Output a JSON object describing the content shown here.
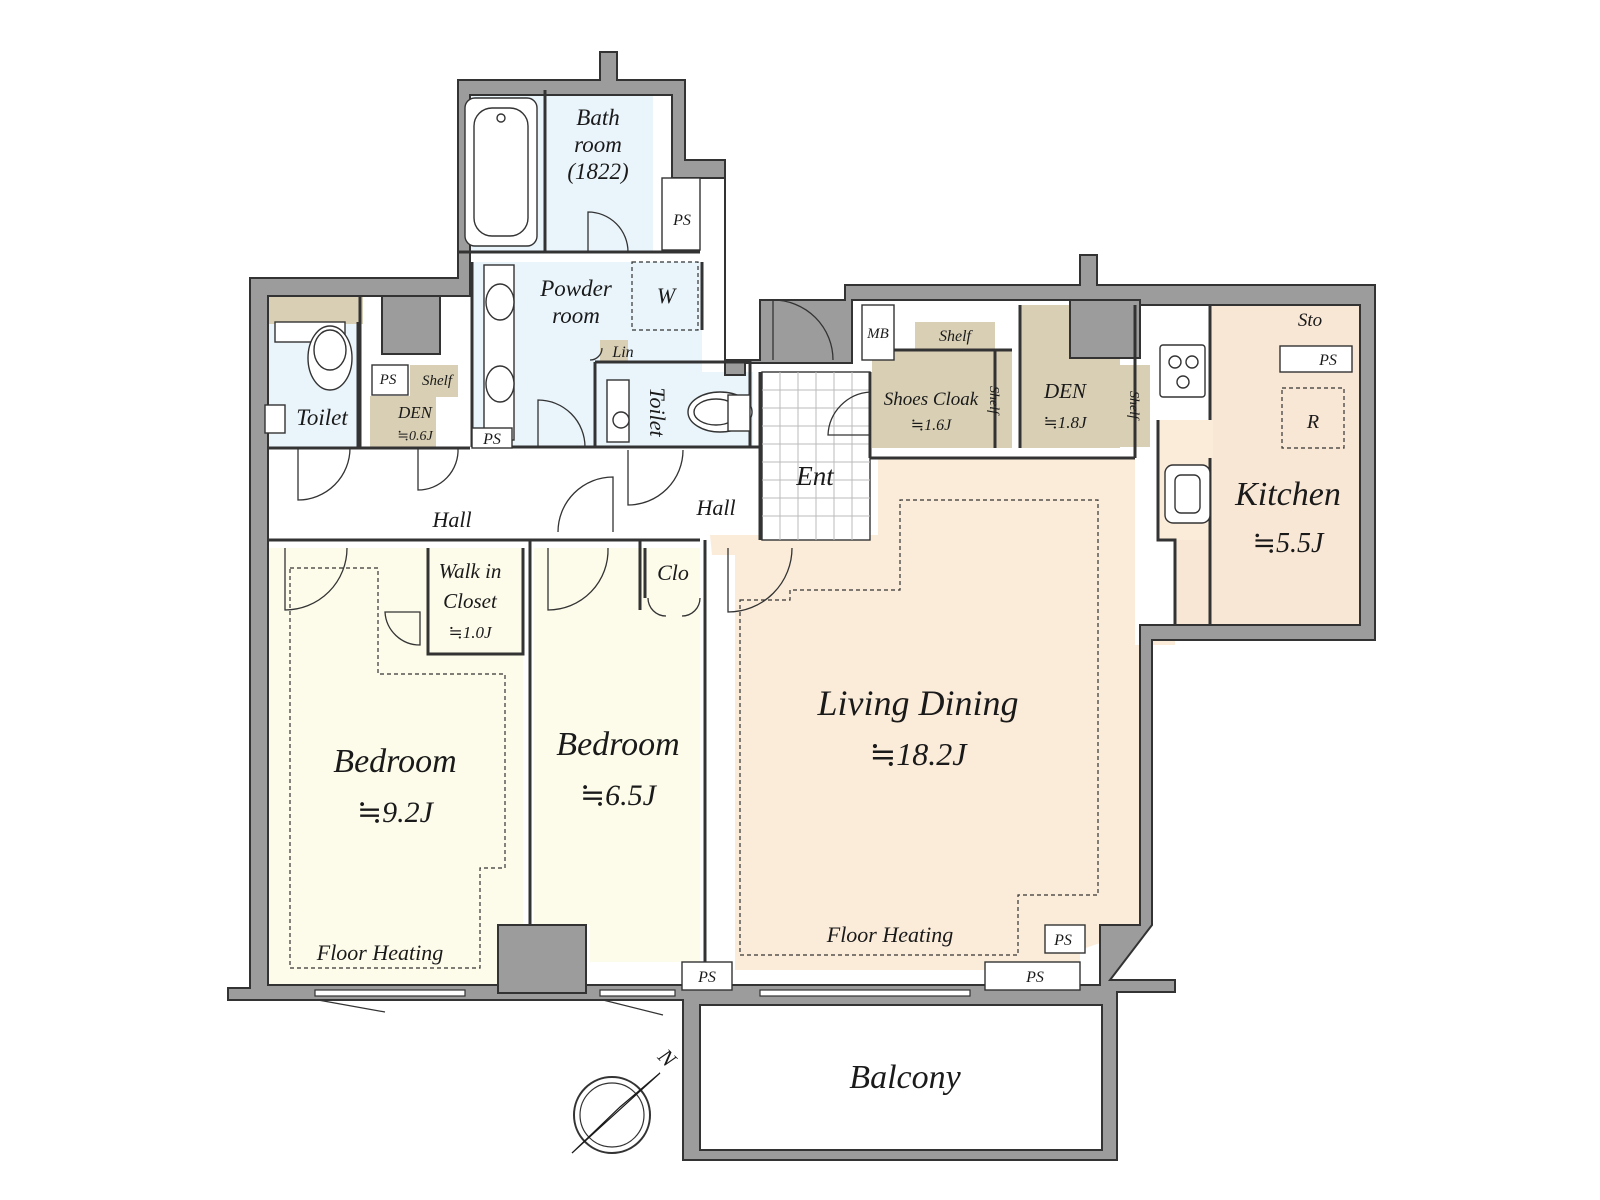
{
  "rooms": {
    "bathroom": {
      "name_line1": "Bath",
      "name_line2": "room",
      "size": "(1822)"
    },
    "powder_room": {
      "name_line1": "Powder",
      "name_line2": "room"
    },
    "washer": "W",
    "linen": "Lin",
    "toilet_left": "Toilet",
    "toilet_center": "Toilet",
    "den_small": {
      "name": "DEN",
      "size": "≒0.6J"
    },
    "shelf_left": "Shelf",
    "shoes_cloak": {
      "name": "Shoes Cloak",
      "size": "≒1.6J"
    },
    "shelf_shoes_top": "Shelf",
    "shelf_shoes_side": "Shelf",
    "den_mid": {
      "name": "DEN",
      "size": "≒1.8J"
    },
    "shelf_den": "Shelf",
    "mb": "MB",
    "storage": "Sto",
    "refrigerator": "R",
    "kitchen": {
      "name": "Kitchen",
      "size": "≒5.5J"
    },
    "entrance": "Ent",
    "hall_left": "Hall",
    "hall_right": "Hall",
    "walk_in_closet": {
      "line1": "Walk in",
      "line2": "Closet",
      "size": "≒1.0J"
    },
    "closet": "Clo",
    "bedroom_1": {
      "name": "Bedroom",
      "size": "≒9.2J"
    },
    "bedroom_2": {
      "name": "Bedroom",
      "size": "≒6.5J"
    },
    "living_dining": {
      "name": "Living Dining",
      "size": "≒18.2J"
    },
    "floor_heating_1": "Floor Heating",
    "floor_heating_2": "Floor Heating",
    "balcony": "Balcony"
  },
  "pipe_spaces": [
    "PS",
    "PS",
    "PS",
    "PS",
    "PS",
    "PS",
    "PS"
  ],
  "compass": {
    "north_label": "N"
  },
  "colors": {
    "wet_area": "#e9f4fb",
    "bedroom": "#fdfbea",
    "living": "#fbecda",
    "storage": "#d8cfb4",
    "wall": "#9c9c9c"
  }
}
